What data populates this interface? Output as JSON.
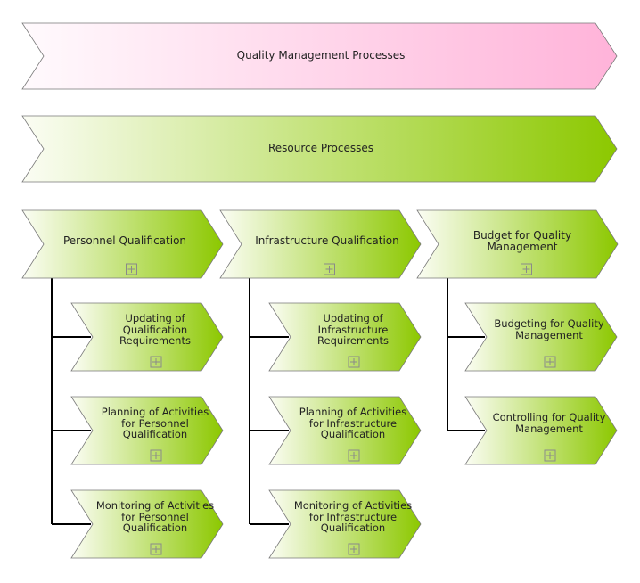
{
  "colors": {
    "pink_start": "#fffafd",
    "pink_end": "#ffb3d9",
    "green_start": "#fbfdf4",
    "green_end": "#8cc800",
    "stroke": "#7a7a7a",
    "connector": "#000000",
    "expand_icon": "#8a8a8a"
  },
  "top": {
    "quality": "Quality Management Processes",
    "resource": "Resource Processes"
  },
  "columns": [
    {
      "title": "Personnel Qualification",
      "children": [
        "Updating of\nQualification\nRequirements",
        "Planning of Activities\nfor Personnel\nQualification",
        "Monitoring of Activities\nfor Personnel\nQualification"
      ]
    },
    {
      "title": "Infrastructure Qualification",
      "children": [
        "Updating of\nInfrastructure\nRequirements",
        "Planning of Activities\nfor Infrastructure\nQualification",
        "Monitoring of Activities\nfor Infrastructure\nQualification"
      ]
    },
    {
      "title": "Budget for Quality\nManagement",
      "children": [
        "Budgeting for Quality\nManagement",
        "Controlling for Quality\nManagement"
      ]
    }
  ]
}
